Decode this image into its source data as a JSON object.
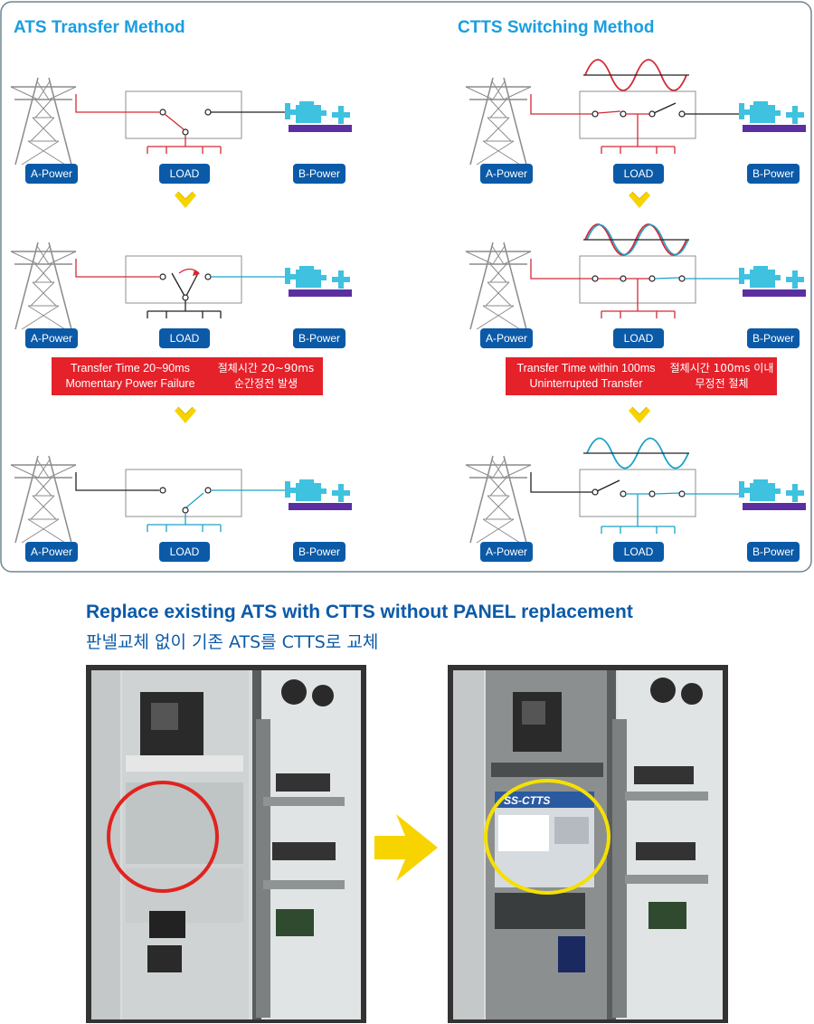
{
  "ats_section": {
    "title": "ATS Transfer Method",
    "note": {
      "en_line1": "Transfer Time 20~90ms",
      "en_line2": "Momentary Power Failure",
      "ko_line1": "절체시간 20~90ms",
      "ko_line2": "순간정전 발생"
    }
  },
  "ctts_section": {
    "title": "CTTS Switching Method",
    "note": {
      "en_line1": "Transfer Time within 100ms",
      "en_line2": "Uninterrupted Transfer",
      "ko_line1": "절체시간 100ms 이내",
      "ko_line2": "무정전 절체"
    }
  },
  "labels": {
    "a_power": "A-Power",
    "load": "LOAD",
    "b_power": "B-Power"
  },
  "caption": {
    "english": "Replace existing ATS with CTTS without PANEL replacement",
    "korean": "판넬교체 없이 기존 ATS를 CTTS로 교체"
  },
  "photo_after_label": "SS-CTTS",
  "colors": {
    "title_blue": "#1a9ee0",
    "chip_navy": "#0b5aa8",
    "note_red": "#e5212a",
    "line_red": "#d42a36",
    "line_cyan": "#1aa3c8",
    "arrow_yellow": "#f7d300",
    "old_ats_marker": "#e0231f",
    "new_ctts_marker": "#f5e000"
  },
  "icons": [
    "transmission-tower-icon",
    "generator-icon",
    "down-arrow-icon",
    "right-arrow-icon"
  ]
}
